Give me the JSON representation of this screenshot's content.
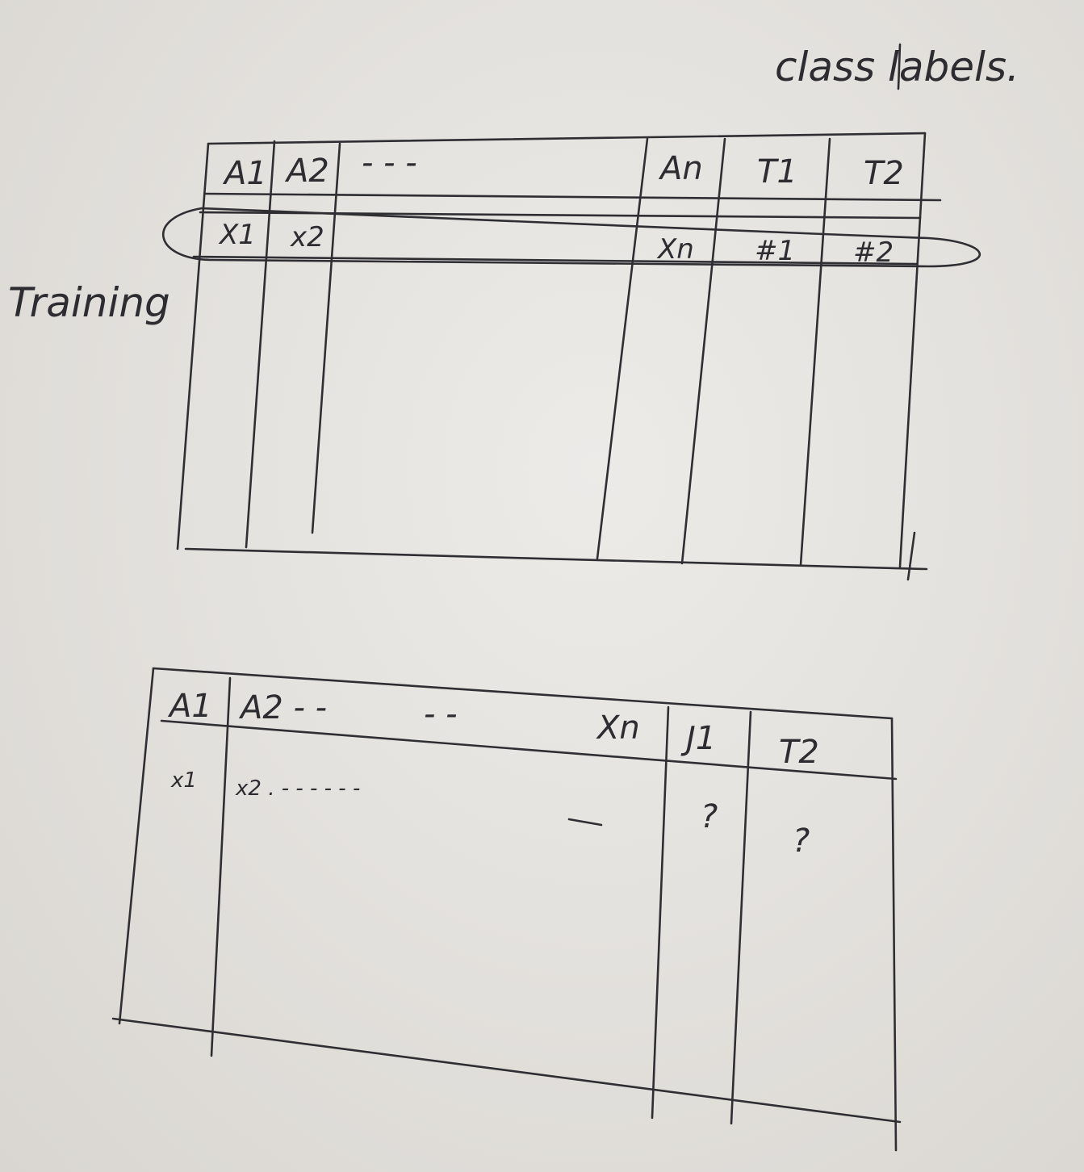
{
  "title": "class labels.",
  "side_label": "Training",
  "training_table": {
    "headers": [
      "A1",
      "A2",
      "- - -",
      "An",
      "T1",
      "T2"
    ],
    "row": [
      "X1",
      "x2",
      "Xn",
      "#1",
      "#2"
    ]
  },
  "test_table": {
    "headers": [
      "A1",
      "A2 - -",
      "- -",
      "Xn",
      "J1",
      "T2"
    ],
    "row_start": [
      "x1",
      "x2 . - - - - - -"
    ],
    "unknowns": [
      "?",
      "?"
    ]
  }
}
